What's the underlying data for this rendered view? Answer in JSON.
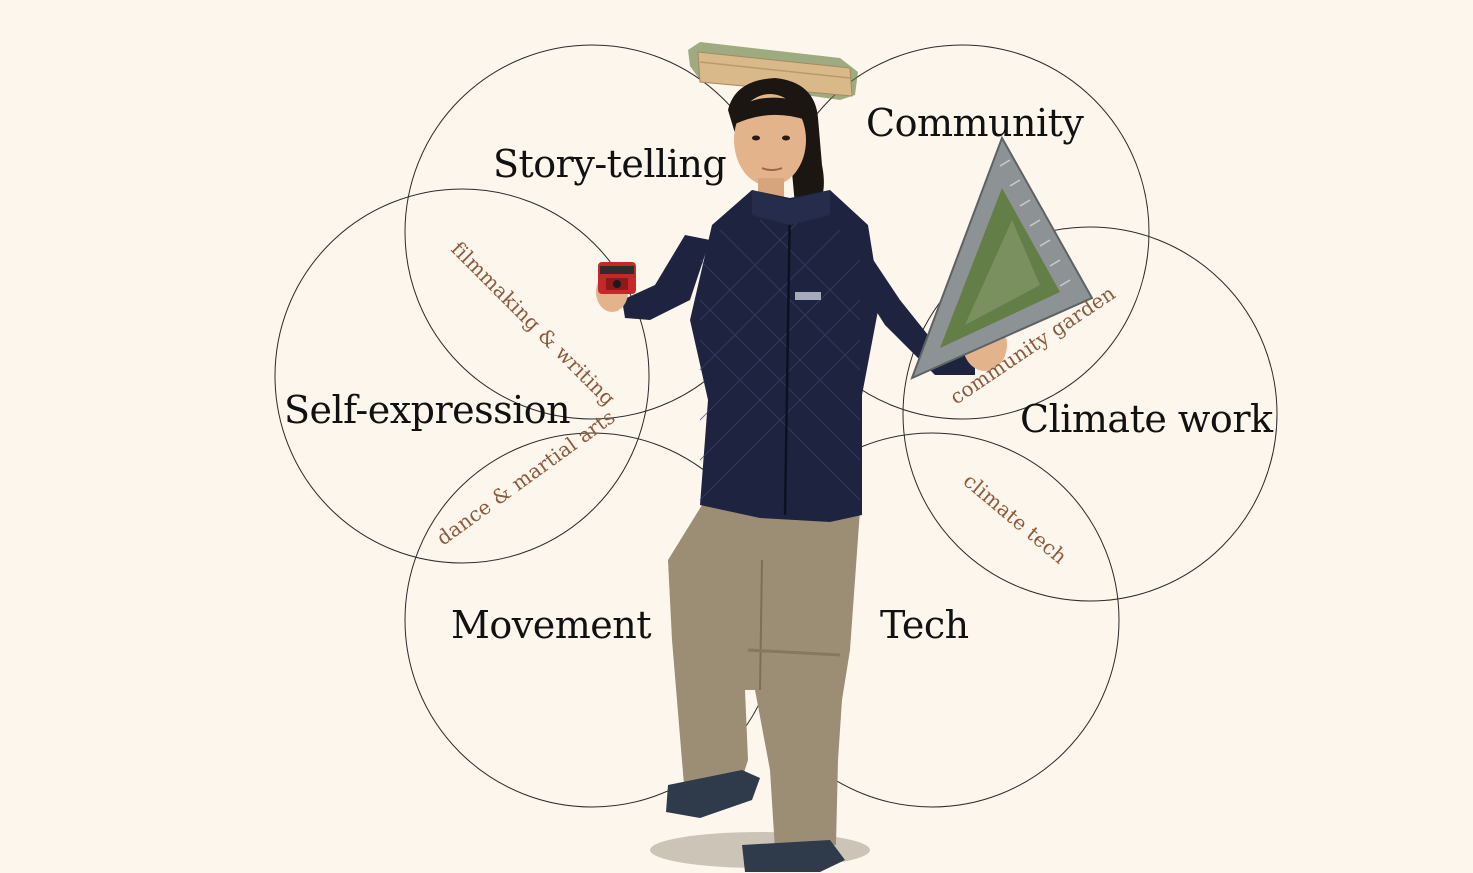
{
  "colors": {
    "background": "#fdf6ec",
    "circle_stroke": "#2a2a2a",
    "main_label": "#111111",
    "sub_label": "#8a5a3c",
    "jacket": "#1e2440",
    "pants": "#9c8e74",
    "skin": "#e3b48c",
    "hair": "#1b1612"
  },
  "circles": {
    "story_telling": "Story-telling",
    "community": "Community",
    "self_expression": "Self-expression",
    "climate_work": "Climate work",
    "movement": "Movement",
    "tech": "Tech"
  },
  "overlaps": {
    "filmmaking_writing": "filmmaking & writing",
    "community_garden": "community garden",
    "dance_martial_arts": "dance & martial arts",
    "climate_tech": "climate tech"
  },
  "photo": {
    "subject": "person-in-quilted-jacket",
    "props": [
      "wooden-board-on-head",
      "speed-square-triangle",
      "small-red-camera"
    ]
  }
}
